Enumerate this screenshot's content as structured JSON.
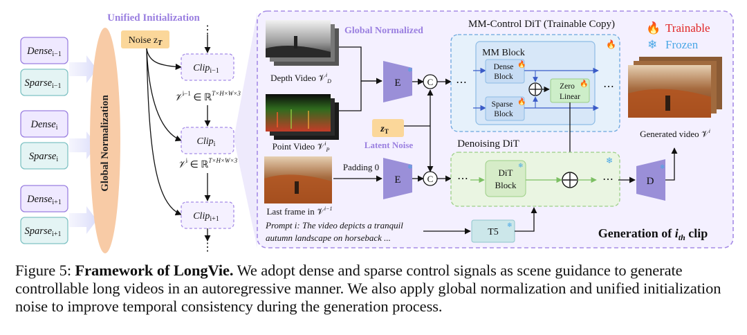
{
  "figure": {
    "unified_init_label": "Unified Initialization",
    "noise_label": "Noise z",
    "noise_sub": "T",
    "global_norm_vertical": "Global Normalization",
    "inputs": [
      {
        "dense": "Dense",
        "dense_sub": "i−1",
        "sparse": "Sparse",
        "sparse_sub": "i−1"
      },
      {
        "dense": "Dense",
        "dense_sub": "i",
        "sparse": "Sparse",
        "sparse_sub": "i"
      },
      {
        "dense": "Dense",
        "dense_sub": "i+1",
        "sparse": "Sparse",
        "sparse_sub": "i+1"
      }
    ],
    "clips": [
      {
        "label": "Clip",
        "sub": "i−1"
      },
      {
        "label": "Clip",
        "sub": "i"
      },
      {
        "label": "Clip",
        "sub": "i+1"
      }
    ],
    "dims": [
      {
        "v": "𝒱",
        "sup": "i−1",
        "rest": " ∈ ℝ",
        "exp": "T×H×W×3"
      },
      {
        "v": "𝒱",
        "sup": "i",
        "rest": " ∈ ℝ",
        "exp": "T×H×W×3"
      }
    ],
    "dots": "⋮",
    "global_normalized": "Global Normalized",
    "depth_video": "Depth Video 𝒱",
    "depth_sup": "i",
    "depth_sub": "D",
    "point_video": "Point Video 𝒱",
    "point_sup": "i",
    "point_sub": "P",
    "last_frame": "Last frame in 𝒱",
    "last_frame_sup": "i−1",
    "padding": "Padding 0",
    "encoder": "E",
    "concat": "C",
    "latent_z": "z",
    "latent_sub": "T",
    "latent_noise": "Latent Noise",
    "prompt_line1": "Prompt i: The video depicts a tranquil",
    "prompt_line2": "autumn landscape on horseback ...",
    "mm_control_title": "MM-Control DiT (Trainable Copy)",
    "mm_block": "MM Block",
    "dense_block_1": "Dense",
    "dense_block_2": "Block",
    "sparse_block_1": "Sparse",
    "sparse_block_2": "Block",
    "zero_linear_1": "Zero",
    "zero_linear_2": "Linear",
    "denoising_dit": "Denoising DiT",
    "dit_block_1": "DiT",
    "dit_block_2": "Block",
    "ellipsis": "⋯",
    "decoder": "D",
    "t5": "T5",
    "trainable": "Trainable",
    "frozen": "Frozen",
    "generated_video": "Generated video 𝒱",
    "generated_sup": "i",
    "generation_clip": "Generation of ",
    "generation_ith": "i",
    "generation_th": "th",
    "generation_tail": " clip"
  },
  "caption": {
    "label": "Figure 5: ",
    "bold": "Framework of LongVie.",
    "text": " We adopt dense and sparse control signals as scene guidance to generate controllable long videos in an autoregressive manner. We also apply global normalization and unified initialization noise to improve temporal consistency during the generation process."
  },
  "colors": {
    "purple_accent": "#9a7fe0",
    "purple_fill": "#efe9ff",
    "teal_fill": "#e4f4f4",
    "teal_stroke": "#7fc2c4",
    "orange_ellipse": "#f8cba6",
    "noise_box": "#fbd79a",
    "mm_fill": "#e6f1fb",
    "mm_stroke": "#8cbbe5",
    "denoise_fill": "#eaf5e2",
    "denoise_stroke": "#9ccf86",
    "trainable_red": "#e02424",
    "frozen_blue": "#4aa7e6"
  }
}
